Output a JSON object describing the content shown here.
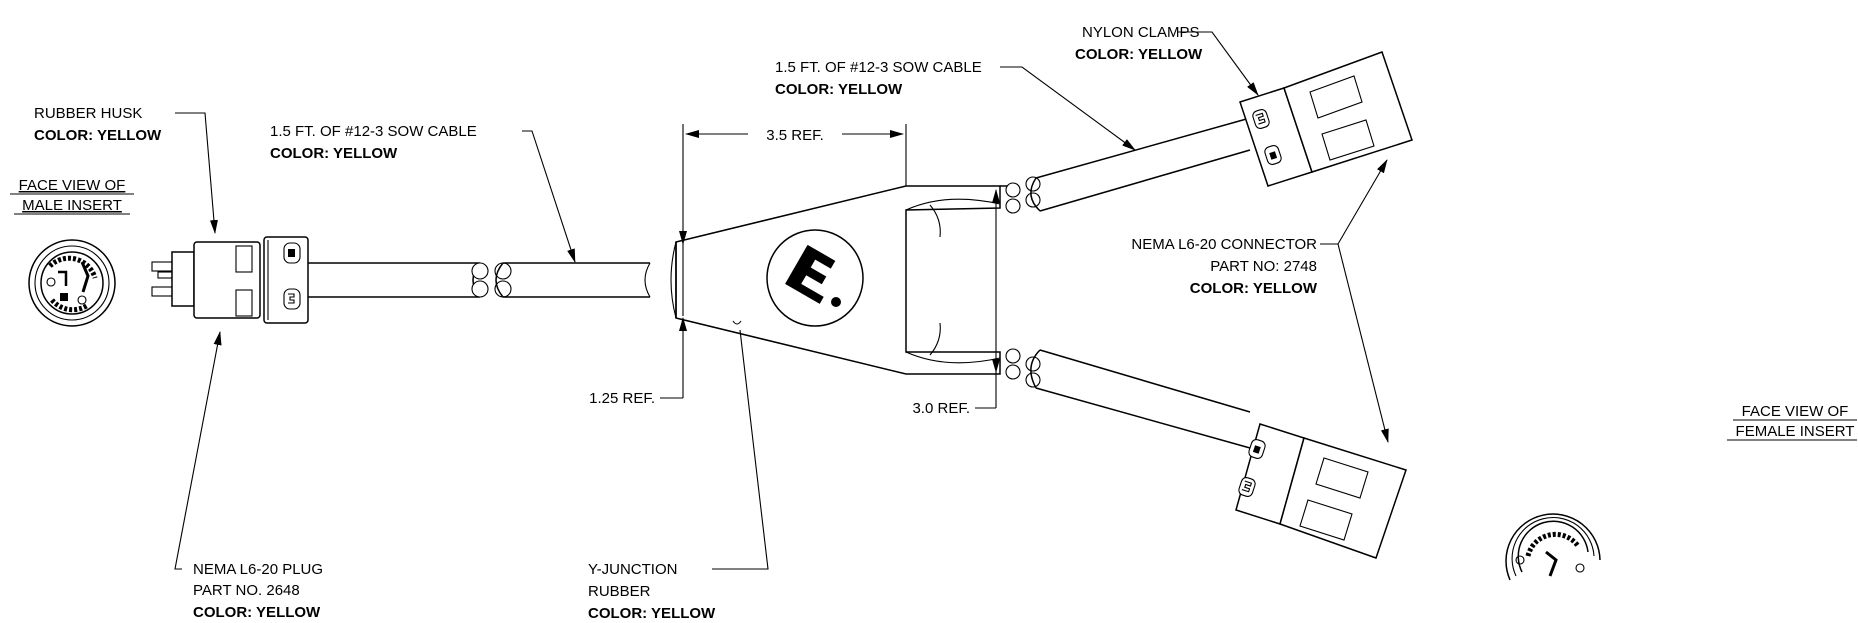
{
  "labels": {
    "rubber_husk": {
      "title": "RUBBER HUSK",
      "color": "COLOR: YELLOW"
    },
    "cable_left": {
      "title": "1.5 FT. OF #12-3 SOW CABLE",
      "color": "COLOR: YELLOW"
    },
    "cable_right": {
      "title": "1.5 FT. OF #12-3 SOW CABLE",
      "color": "COLOR: YELLOW"
    },
    "nylon_clamps": {
      "title": "NYLON CLAMPS",
      "color": "COLOR: YELLOW"
    },
    "face_view_male": {
      "line1": "FACE VIEW OF",
      "line2": "MALE INSERT"
    },
    "face_view_female": {
      "line1": "FACE VIEW OF",
      "line2": "FEMALE INSERT"
    },
    "connector": {
      "title": "NEMA L6-20 CONNECTOR",
      "part": "PART NO: 2748",
      "color": "COLOR: YELLOW"
    },
    "plug": {
      "title": "NEMA L6-20 PLUG",
      "part": "PART NO. 2648",
      "color": "COLOR: YELLOW"
    },
    "y_junction": {
      "title": "Y-JUNCTION",
      "sub": "RUBBER",
      "color": "COLOR: YELLOW"
    }
  },
  "dimensions": {
    "width_ref": "3.5 REF.",
    "neck_ref": "1.25 REF.",
    "spread_ref": "3.0 REF."
  }
}
